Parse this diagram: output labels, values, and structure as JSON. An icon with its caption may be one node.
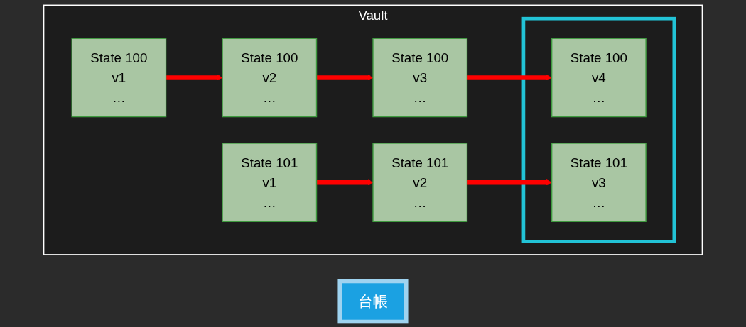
{
  "diagram": {
    "nodes": [
      {
        "text": [
          "Vault"
        ]
      },
      {
        "text": [
          "台帳"
        ]
      },
      {
        "text": [
          "State 100",
          "v1",
          "…"
        ],
        "in": 0
      },
      {
        "text": [
          "State 100",
          "v2",
          "…"
        ],
        "in": 0
      },
      {
        "text": [
          "State 100",
          "v3",
          "…"
        ],
        "in": 0
      },
      {
        "text": [],
        "shape": "box",
        "in": 0
      },
      {
        "text": [
          "State 100",
          "v4",
          "…"
        ],
        "in": 5
      },
      {
        "text": [
          "State 101",
          "v1",
          "…"
        ],
        "in": 0
      },
      {
        "text": [
          "State 101",
          "v2",
          "…"
        ],
        "in": 0
      },
      {
        "text": [
          "State 101",
          "v3",
          "…"
        ],
        "in": 5
      }
    ],
    "edges": [
      {
        "from": 2,
        "to": 3,
        "arrow": "to"
      },
      {
        "from": 3,
        "to": 4,
        "arrow": "to"
      },
      {
        "from": 4,
        "to": 6,
        "arrow": "to"
      },
      {
        "from": 7,
        "to": 8,
        "arrow": "to"
      },
      {
        "from": 8,
        "to": 9,
        "arrow": "to"
      }
    ]
  }
}
